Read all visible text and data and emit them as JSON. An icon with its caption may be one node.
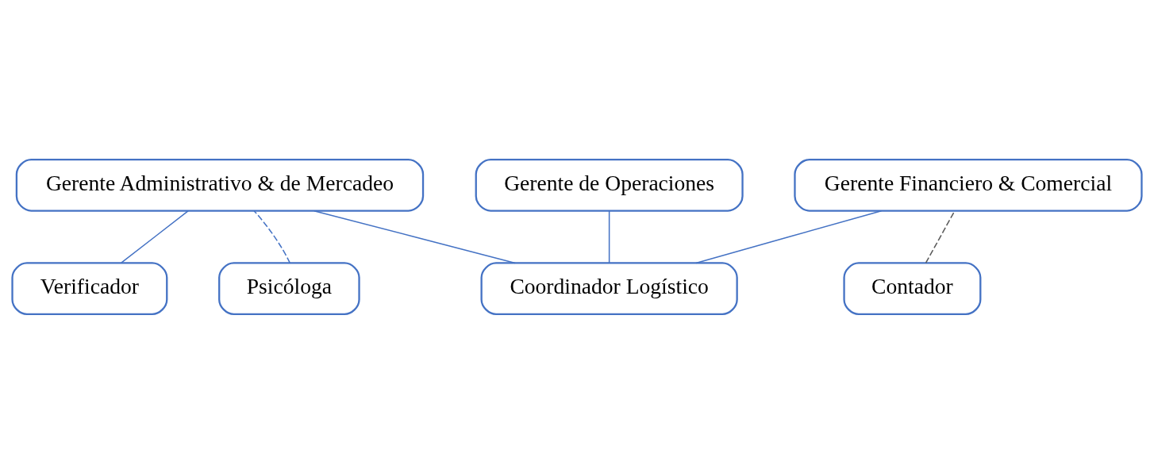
{
  "diagram": {
    "nodes": [
      {
        "text": [
          "Gerente Administrativo & de Mercadeo"
        ]
      },
      {
        "text": [
          "Gerente de Operaciones"
        ]
      },
      {
        "text": [
          "Gerente Financiero & Comercial"
        ]
      },
      {
        "text": [
          "Psicóloga"
        ]
      },
      {
        "text": [
          "Contador"
        ]
      },
      {
        "text": [
          "Coordinador Logístico"
        ]
      },
      {
        "text": [
          "Verificador"
        ]
      }
    ],
    "edges": [
      {
        "from": 0,
        "to": 6,
        "arrow": "none"
      },
      {
        "from": 0,
        "to": 5,
        "arrow": "none"
      },
      {
        "from": 1,
        "to": 5,
        "arrow": "none"
      },
      {
        "from": 2,
        "to": 5,
        "arrow": "none"
      },
      {
        "from": 3,
        "to": 0,
        "arrow": "none",
        "style": "dashed"
      },
      {
        "from": 4,
        "to": 2,
        "arrow": "none",
        "style": "dashed",
        "color": "#595959"
      }
    ]
  }
}
